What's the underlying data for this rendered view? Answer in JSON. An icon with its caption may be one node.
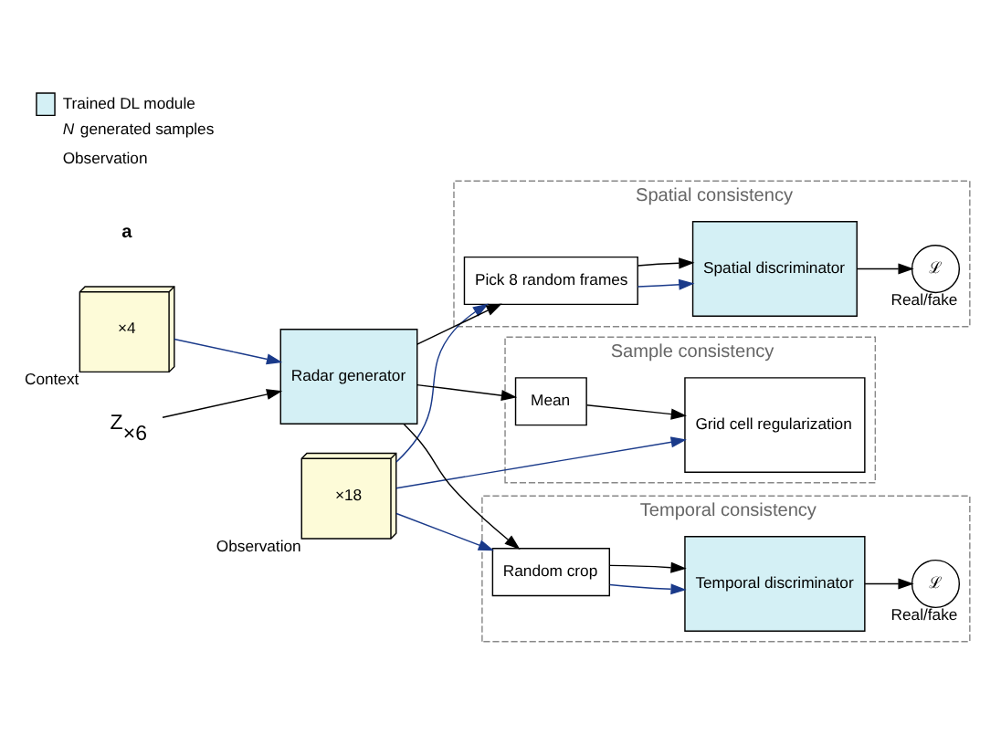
{
  "diagram": {
    "nodes": [
      {
        "text": [
          "×18"
        ],
        "beside": [
          "Observation"
        ]
      },
      {
        "text": [
          "×4"
        ],
        "beside": [
          "Context"
        ]
      },
      {
        "text": [
          "Z$_{×6}$"
        ]
      },
      {
        "text": [
          "Radar generator"
        ]
      },
      {
        "text": [
          "Temporal consistency"
        ]
      },
      {
        "text": [
          "Random crop"
        ],
        "in": 4
      },
      {
        "text": [
          "Temporal discriminator"
        ],
        "in": 4
      },
      {
        "text": [
          "ℒ"
        ],
        "in": 4,
        "beside": [
          "Real/fake"
        ]
      },
      {
        "text": [
          "Spatial consistency"
        ]
      },
      {
        "text": [
          "Pick 8 random frames"
        ],
        "in": 8
      },
      {
        "text": [
          "Spatial discriminator"
        ],
        "in": 8
      },
      {
        "text": [
          "ℒ"
        ],
        "in": 8,
        "beside": [
          "Real/fake"
        ]
      },
      {
        "text": [
          "Sample consistency"
        ]
      },
      {
        "text": [
          "Grid cell regularization"
        ],
        "in": 12
      },
      {
        "text": [
          "Mean"
        ],
        "in": 12
      }
    ],
    "edges": [
      {
        "from": 0,
        "to": 5,
        "arrow": "to",
        "color": "#1a3a8a"
      },
      {
        "from": 0,
        "to": 9,
        "arrow": "to",
        "color": "#1a3a8a"
      },
      {
        "from": 0,
        "to": 13,
        "arrow": "to",
        "color": "#1a3a8a"
      },
      {
        "from": 1,
        "to": 3,
        "arrow": "to",
        "color": "#1a3a8a"
      },
      {
        "from": 2,
        "to": 3,
        "arrow": "to"
      },
      {
        "from": 3,
        "to": 5,
        "arrow": "to"
      },
      {
        "from": 3,
        "to": 9,
        "arrow": "to"
      },
      {
        "from": 3,
        "to": 14,
        "arrow": "to"
      },
      {
        "from": 5,
        "to": 6,
        "arrow": "to",
        "color": "#1a3a8a"
      },
      {
        "from": 5,
        "to": 6,
        "arrow": "to"
      },
      {
        "from": 9,
        "to": 10,
        "arrow": "to",
        "color": "#1a3a8a"
      },
      {
        "from": 9,
        "to": 10,
        "arrow": "to"
      },
      {
        "from": 6,
        "to": 7,
        "arrow": "to"
      },
      {
        "from": 10,
        "to": 11,
        "arrow": "to"
      },
      {
        "from": 14,
        "to": 13,
        "arrow": "to"
      }
    ],
    "labels": [
      "a"
    ],
    "legend": [
      {
        "text": "Trained DL module",
        "color": "#d4f0f5"
      },
      {
        "text": "*N* generated samples"
      },
      {
        "text": "Observation"
      }
    ]
  }
}
